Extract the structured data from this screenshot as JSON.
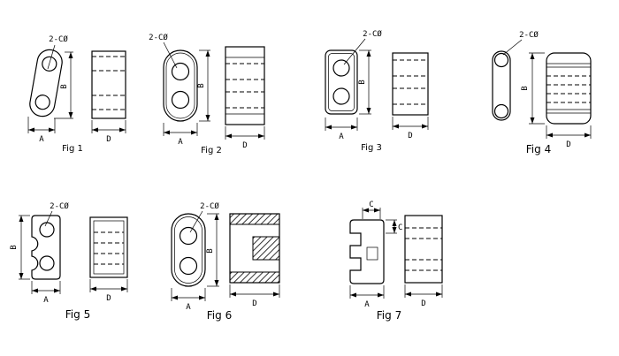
{
  "sheet": {
    "background": "#ffffff",
    "line_color": "#000000"
  },
  "figures": [
    {
      "name": "Fig 1",
      "callout": "2-CØ",
      "dims": {
        "a": "A",
        "b": "B",
        "d": "D"
      }
    },
    {
      "name": "Fig 2",
      "callout": "2-CØ",
      "dims": {
        "a": "A",
        "b": "B",
        "d": "D"
      }
    },
    {
      "name": "Fig 3",
      "callout": "2-CØ",
      "dims": {
        "a": "A",
        "b": "B",
        "d": "D"
      }
    },
    {
      "name": "Fig 4",
      "callout": "2-CØ",
      "dims": {
        "b": "B",
        "d": "D"
      }
    },
    {
      "name": "Fig 5",
      "callout": "2-CØ",
      "dims": {
        "a": "A",
        "b": "B",
        "d": "D"
      }
    },
    {
      "name": "Fig 6",
      "callout": "2-CØ",
      "dims": {
        "a": "A",
        "b": "B",
        "d": "D"
      }
    },
    {
      "name": "Fig 7",
      "dims": {
        "a": "A",
        "c_top": "C",
        "c_side": "C",
        "d": "D"
      }
    }
  ]
}
